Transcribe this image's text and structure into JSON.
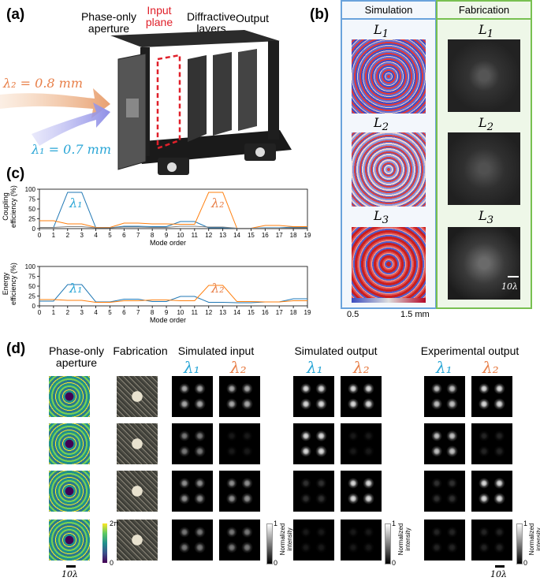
{
  "panel_a": {
    "tag": "(a)",
    "aperture_label_1": "Phase-only",
    "aperture_label_2": "aperture",
    "input_label_1": "Input",
    "input_label_2": "plane",
    "diffractive_label_1": "Diffractive",
    "diffractive_label_2": "layers",
    "output_label": "Output",
    "lambda2_eq": "λ₂ = 0.8 mm",
    "lambda1_eq": "λ₁ = 0.7 mm",
    "colors": {
      "lambda1": "#2aa6d6",
      "lambda2": "#e8804a",
      "input_label": "#e0202a"
    }
  },
  "panel_b": {
    "tag": "(b)",
    "sim_header": "Simulation",
    "fab_header": "Fabrication",
    "layers": [
      "L1",
      "L2",
      "L3"
    ],
    "colorbar_min": "0.5",
    "colorbar_max": "1.5 mm",
    "scale_label": "10λ",
    "colors": {
      "sim_border": "#6aa3dc",
      "sim_bg": "#f3f7fc",
      "fab_border": "#78c051",
      "fab_bg": "#eef7e8"
    }
  },
  "panel_c": {
    "tag": "(c)",
    "chart1_ylabel_1": "Coupling",
    "chart1_ylabel_2": "efficiency (%)",
    "chart2_ylabel_1": "Energy",
    "chart2_ylabel_2": "efficiency (%)",
    "xlabel": "Mode order",
    "lambda1": "λ₁",
    "lambda2": "λ₂"
  },
  "chart_data": [
    {
      "type": "line",
      "ylabel": "Coupling efficiency (%)",
      "xlabel": "Mode order",
      "x": [
        0,
        1,
        2,
        3,
        4,
        5,
        6,
        7,
        8,
        9,
        10,
        11,
        12,
        13,
        14,
        15,
        16,
        17,
        18,
        19
      ],
      "xlim": [
        0,
        19
      ],
      "ylim": [
        0,
        100
      ],
      "yticks": [
        0,
        25,
        50,
        75,
        100
      ],
      "grid": false,
      "series": [
        {
          "name": "λ1",
          "color": "#1f77b4",
          "values": [
            3,
            3,
            92,
            92,
            2,
            2,
            6,
            6,
            5,
            5,
            18,
            18,
            2,
            2,
            1,
            1,
            2,
            2,
            4,
            4
          ]
        },
        {
          "name": "λ2",
          "color": "#ff7f0e",
          "values": [
            20,
            20,
            12,
            12,
            3,
            3,
            14,
            14,
            12,
            12,
            11,
            11,
            92,
            92,
            1,
            1,
            8,
            8,
            5,
            5
          ]
        },
        {
          "name": "",
          "color": "#7f7f7f",
          "values": [
            3,
            3,
            5,
            5,
            2,
            2,
            4,
            4,
            3,
            3,
            6,
            6,
            4,
            4,
            1,
            1,
            1,
            1,
            2,
            2
          ]
        }
      ]
    },
    {
      "type": "line",
      "ylabel": "Energy efficiency (%)",
      "xlabel": "Mode order",
      "x": [
        0,
        1,
        2,
        3,
        4,
        5,
        6,
        7,
        8,
        9,
        10,
        11,
        12,
        13,
        14,
        15,
        16,
        17,
        18,
        19
      ],
      "xlim": [
        0,
        19
      ],
      "ylim": [
        0,
        100
      ],
      "yticks": [
        0,
        25,
        50,
        75,
        100
      ],
      "grid": false,
      "series": [
        {
          "name": "λ1",
          "color": "#1f77b4",
          "values": [
            12,
            12,
            54,
            54,
            10,
            10,
            17,
            17,
            11,
            11,
            24,
            24,
            9,
            9,
            8,
            8,
            10,
            10,
            18,
            18
          ]
        },
        {
          "name": "λ2",
          "color": "#ff7f0e",
          "values": [
            16,
            16,
            14,
            14,
            9,
            9,
            13,
            13,
            15,
            15,
            13,
            13,
            52,
            52,
            11,
            11,
            10,
            10,
            13,
            13
          ]
        }
      ]
    }
  ],
  "panel_d": {
    "tag": "(d)",
    "col_aperture_1": "Phase-only",
    "col_aperture_2": "aperture",
    "col_fab": "Fabrication",
    "col_sim_in": "Simulated input",
    "col_sim_out": "Simulated output",
    "col_exp_out": "Experimental output",
    "lambda1": "λ₁",
    "lambda2": "λ₂",
    "phase_cb_top": "2π",
    "phase_cb_bottom": "0",
    "int_cb_top": "1",
    "int_cb_bottom": "0",
    "int_cb_label_1": "Normalized",
    "int_cb_label_2": "intensity",
    "scale_label": "10λ"
  }
}
